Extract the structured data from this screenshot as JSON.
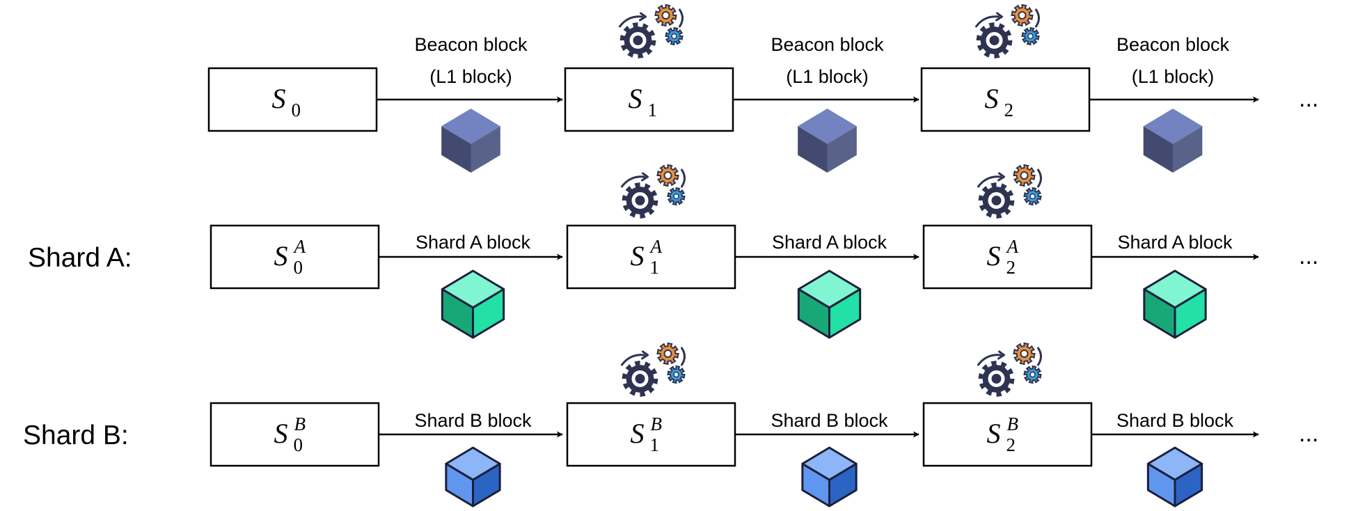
{
  "rows": [
    {
      "id": "beacon",
      "label": "",
      "state_base": "S",
      "superscript": "",
      "subscripts": [
        "0",
        "1",
        "2"
      ],
      "transition_label": [
        "Beacon block",
        "(L1 block)"
      ],
      "cube_icon": "cube-beacon-icon",
      "cube_colors": {
        "top": "#7382C0",
        "left": "#434A70",
        "right": "#596389"
      },
      "continuation": "..."
    },
    {
      "id": "shard-a",
      "label": "Shard A:",
      "state_base": "S",
      "superscript": "A",
      "subscripts": [
        "0",
        "1",
        "2"
      ],
      "transition_label": [
        "Shard A block"
      ],
      "cube_icon": "cube-shard-a-icon",
      "cube_colors": {
        "top": "#7FF5D1",
        "left": "#18A877",
        "right": "#22E0A6",
        "stroke": "#1B1F3B"
      },
      "continuation": "..."
    },
    {
      "id": "shard-b",
      "label": "Shard  B:",
      "state_base": "S",
      "superscript": "B",
      "subscripts": [
        "0",
        "1",
        "2"
      ],
      "transition_label": [
        "Shard B block"
      ],
      "cube_icon": "cube-shard-b-icon",
      "cube_colors": {
        "top": "#8CB6F8",
        "left": "#6196EE",
        "right": "#2C64C4",
        "stroke": "#1B1F3B"
      },
      "continuation": "..."
    }
  ],
  "gear_icon": "gears-processing-icon",
  "gear_colors": {
    "big": "#2E3352",
    "orange": "#E8903A",
    "blue": "#3A9AD9"
  }
}
